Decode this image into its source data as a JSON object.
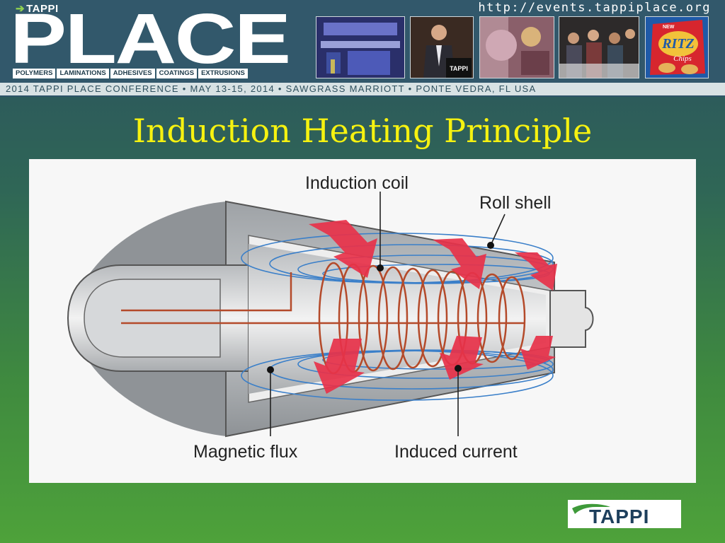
{
  "header": {
    "brand_small": "TAPPI",
    "brand_big": "PLACE",
    "tagline": [
      "POLYMERS",
      "LAMINATIONS",
      "ADHESIVES",
      "COATINGS",
      "EXTRUSIONS"
    ],
    "url": "http://events.tappiplace.org",
    "conference_strip": "2014 TAPPI PLACE CONFERENCE • MAY 13-15, 2014 • SAWGRASS MARRIOTT • PONTE VEDRA, FL USA",
    "podium_text": "TAPPI",
    "chips_text": [
      "NEW",
      "RITZ",
      "Chips"
    ]
  },
  "slide": {
    "title": "Induction Heating Principle"
  },
  "diagram": {
    "labels": {
      "induction_coil": "Induction coil",
      "roll_shell": "Roll shell",
      "magnetic_flux": "Magnetic flux",
      "induced_current": "Induced current"
    }
  },
  "footer": {
    "logo_text": "TAPPI"
  },
  "colors": {
    "title": "#f6f210",
    "coil": "#b44a2a",
    "flux": "#3a7fc9",
    "arrow": "#e8324a",
    "background_top": "#2b5160",
    "background_bottom": "#4ea23a"
  }
}
